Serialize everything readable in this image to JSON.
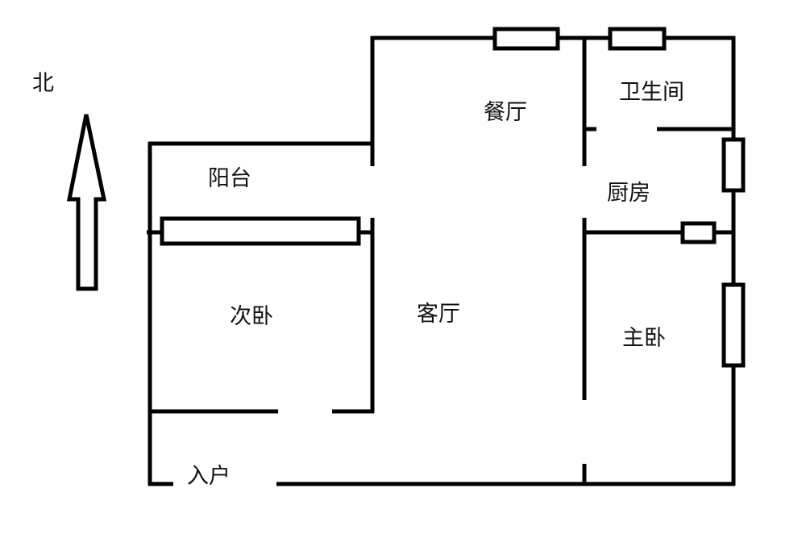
{
  "title": "Floor plan",
  "compass": {
    "label": "北"
  },
  "rooms": {
    "balcony": "阳台",
    "dining": "餐厅",
    "bathroom": "卫生间",
    "kitchen": "厨房",
    "second_bedroom": "次卧",
    "living_room": "客厅",
    "master_bedroom": "主卧",
    "entrance": "入户"
  },
  "colors": {
    "wall": "#000000",
    "background": "#ffffff"
  }
}
